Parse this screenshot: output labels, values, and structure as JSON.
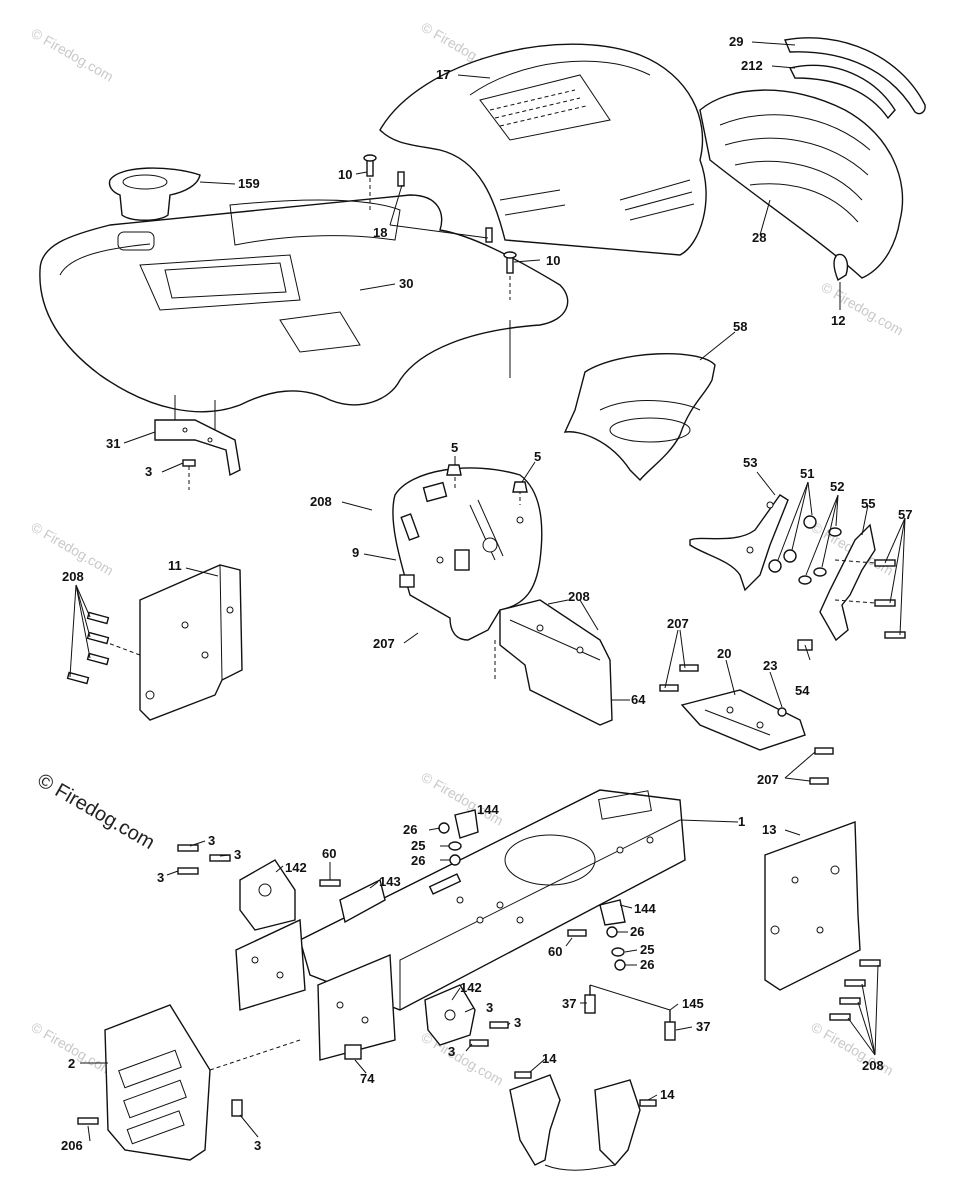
{
  "watermark": {
    "text": "© Firedog.com",
    "faint_text": "© Firedog.com",
    "color": "#c9c9c9"
  },
  "callouts": [
    "29",
    "212",
    "17",
    "159",
    "10",
    "18",
    "28",
    "10",
    "30",
    "12",
    "58",
    "5",
    "5",
    "31",
    "3",
    "208",
    "53",
    "51",
    "52",
    "55",
    "57",
    "9",
    "11",
    "208",
    "208",
    "207",
    "64",
    "207",
    "20",
    "23",
    "54",
    "207",
    "1",
    "144",
    "26",
    "25",
    "26",
    "3",
    "3",
    "3",
    "60",
    "142",
    "143",
    "13",
    "144",
    "26",
    "25",
    "26",
    "60",
    "142",
    "3",
    "37",
    "145",
    "37",
    "3",
    "3",
    "74",
    "2",
    "14",
    "14",
    "206",
    "3",
    "208"
  ]
}
